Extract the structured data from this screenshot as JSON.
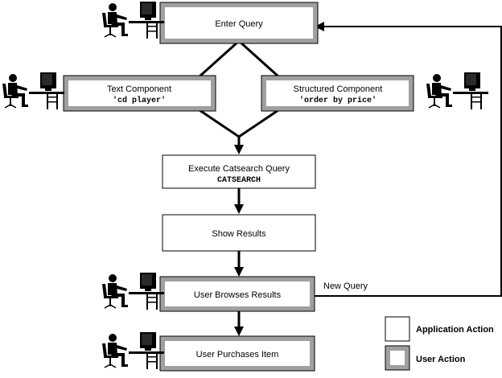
{
  "nodes": {
    "enter_query": {
      "label": "Enter Query"
    },
    "text_component": {
      "label": "Text Component",
      "code": "'cd player'"
    },
    "structured_component": {
      "label": "Structured Component",
      "code": "'order by price'"
    },
    "execute_query": {
      "label": "Execute Catsearch Query",
      "code": "CATSEARCH"
    },
    "show_results": {
      "label": "Show Results"
    },
    "browse_results": {
      "label": "User Browses Results"
    },
    "purchase_item": {
      "label": "User Purchases Item"
    }
  },
  "edges": {
    "new_query": {
      "label": "New Query"
    }
  },
  "legend": {
    "application_action": "Application Action",
    "user_action": "User Action"
  },
  "colors": {
    "user_action_border": "#a0a0a0",
    "line": "#000000"
  },
  "icons": {
    "user": "user-at-computer-icon"
  }
}
